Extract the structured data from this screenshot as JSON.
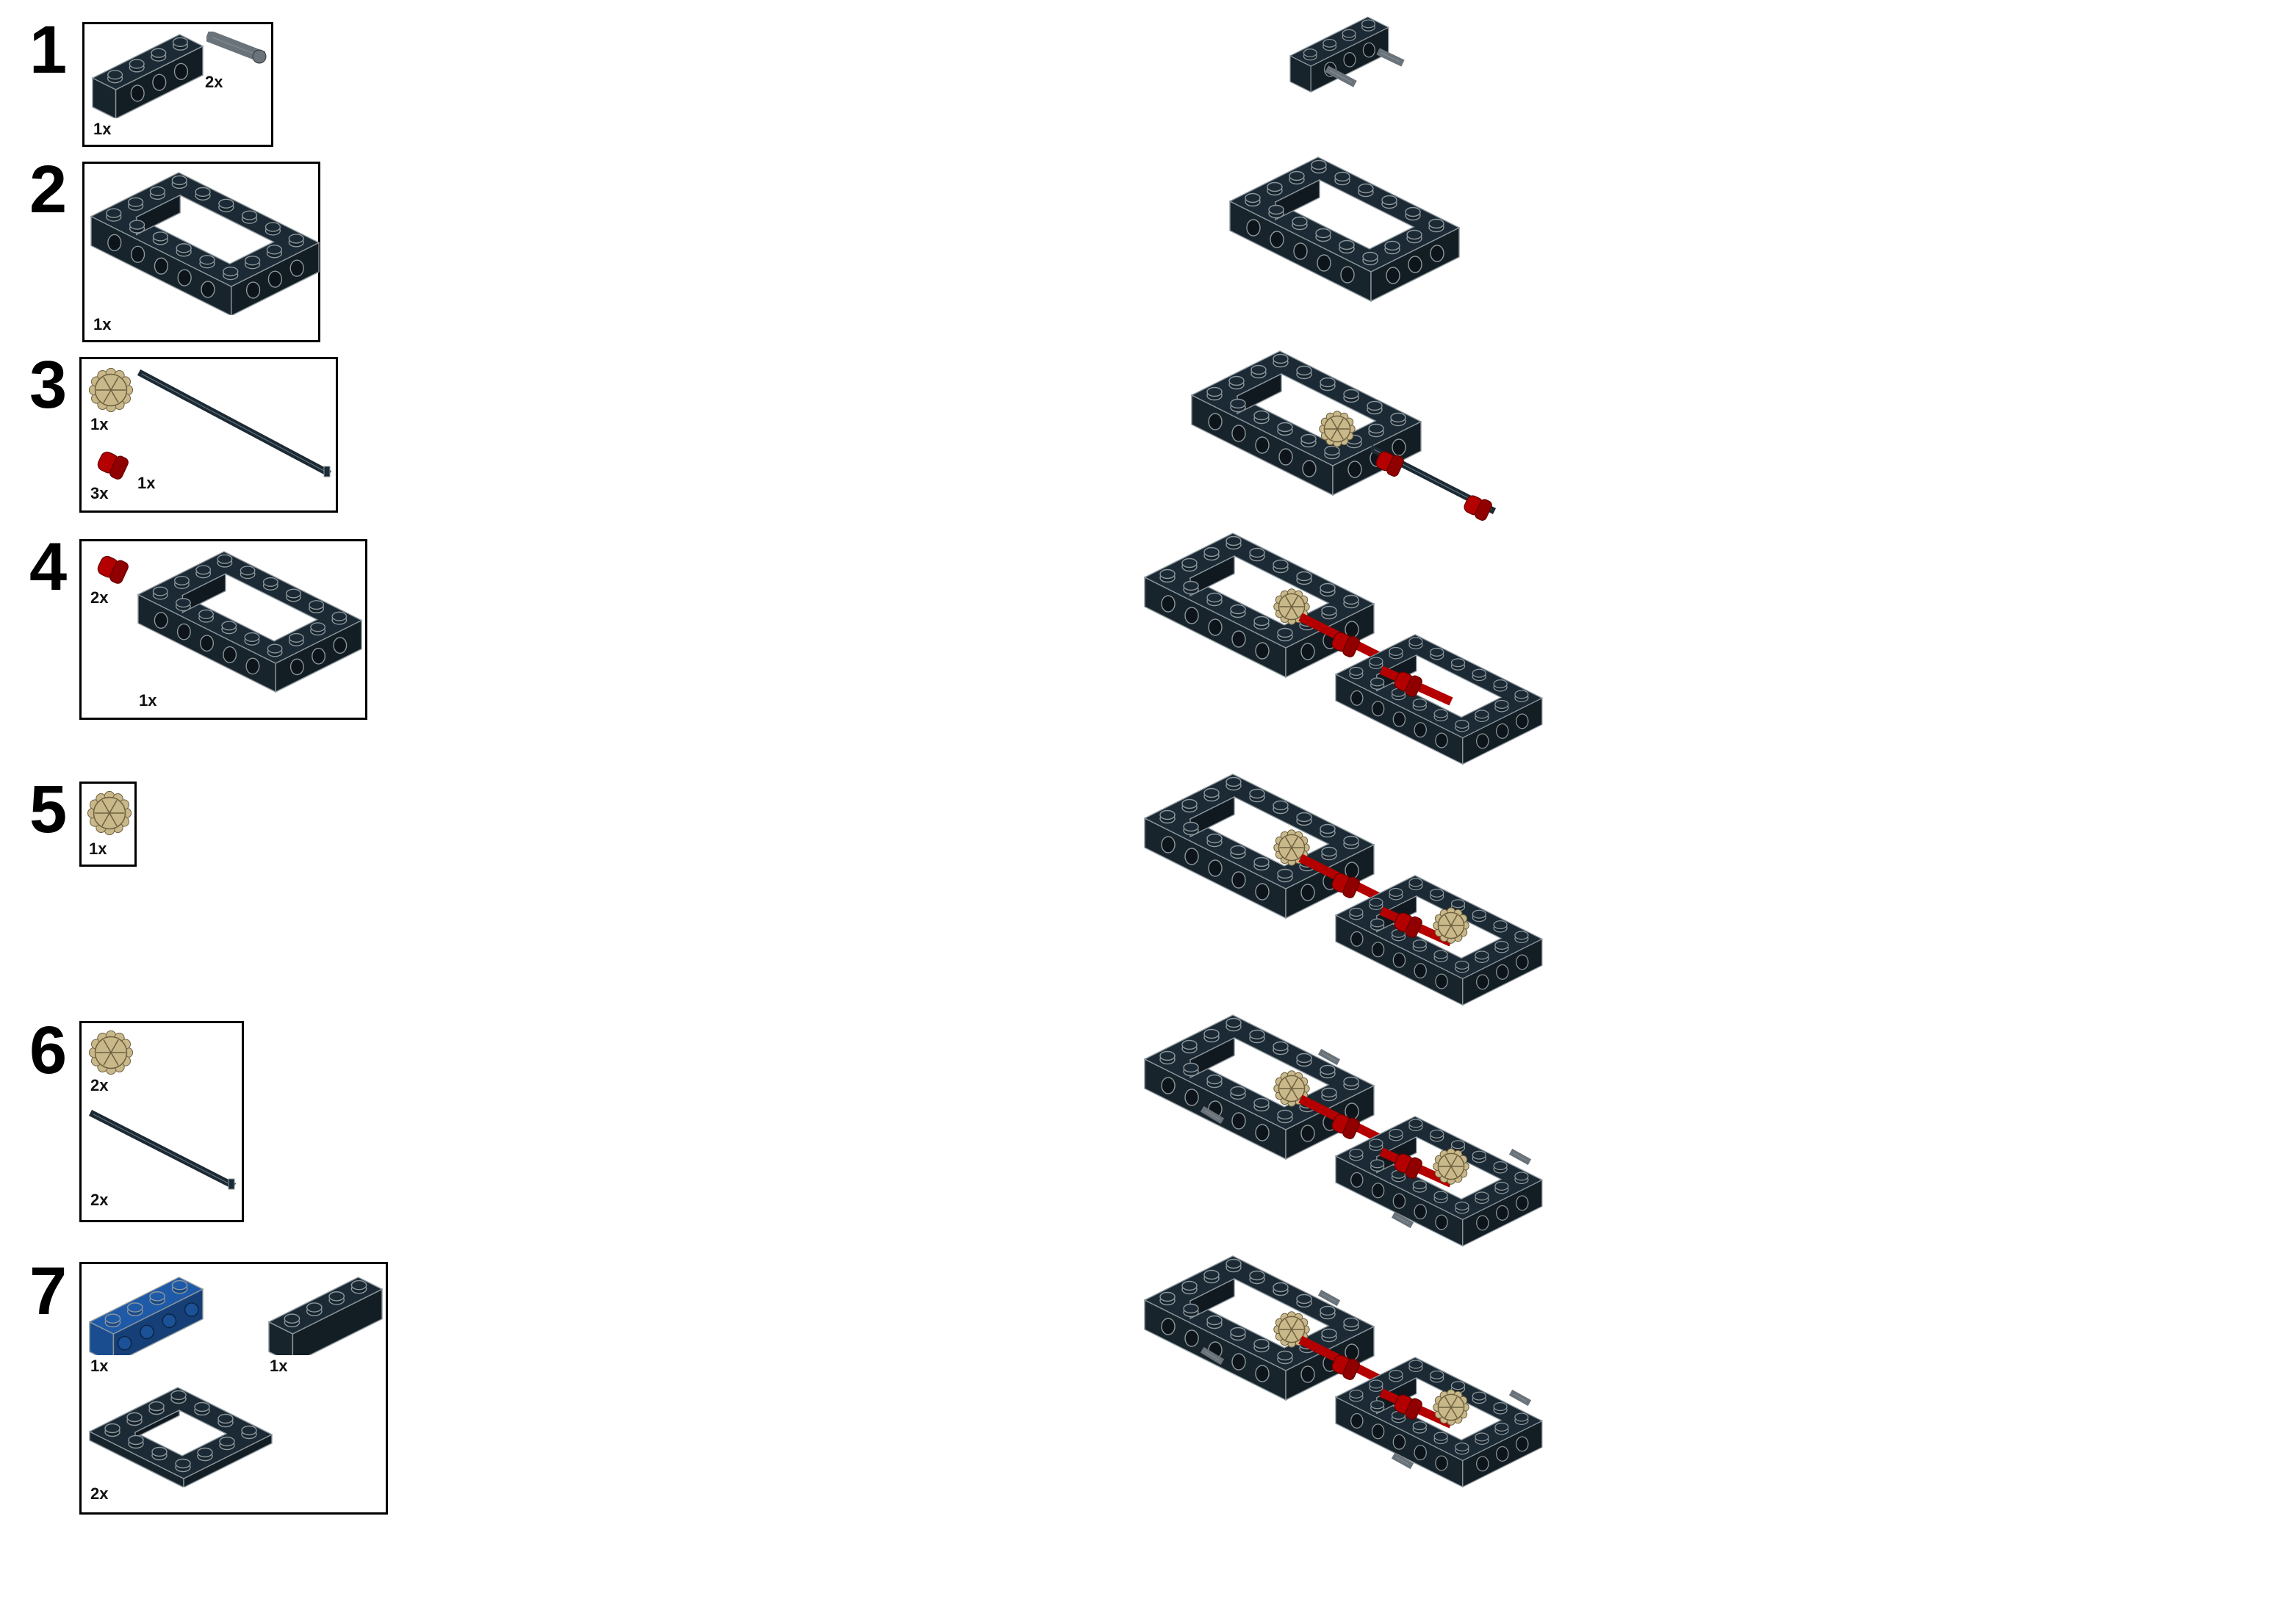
{
  "steps": [
    {
      "number": "1",
      "parts": [
        {
          "icon": "technic-brick-1x4-icon",
          "qty": "1x"
        },
        {
          "icon": "pin-icon",
          "qty": "2x"
        }
      ]
    },
    {
      "number": "2",
      "parts": [
        {
          "icon": "technic-frame-4x6-icon",
          "qty": "1x"
        }
      ]
    },
    {
      "number": "3",
      "parts": [
        {
          "icon": "gear-icon",
          "qty": "1x"
        },
        {
          "icon": "bush-icon",
          "qty": "3x"
        },
        {
          "icon": "axle-icon",
          "qty": "1x"
        }
      ]
    },
    {
      "number": "4",
      "parts": [
        {
          "icon": "bush-icon",
          "qty": "2x"
        },
        {
          "icon": "technic-frame-4x6-icon",
          "qty": "1x"
        }
      ]
    },
    {
      "number": "5",
      "parts": [
        {
          "icon": "gear-icon",
          "qty": "1x"
        }
      ]
    },
    {
      "number": "6",
      "parts": [
        {
          "icon": "gear-icon",
          "qty": "2x"
        },
        {
          "icon": "axle-icon",
          "qty": "2x"
        }
      ]
    },
    {
      "number": "7",
      "parts": [
        {
          "icon": "blue-brick-1x4-side-studs-icon",
          "qty": "1x"
        },
        {
          "icon": "brick-1x4-icon",
          "qty": "1x"
        },
        {
          "icon": "open-plate-4x4-icon",
          "qty": "2x"
        }
      ]
    }
  ],
  "colors": {
    "dark": "#1b2a34",
    "edge": "#8d979d",
    "tan": "#c9b98a",
    "red": "#b40000",
    "blue": "#1e5aa8",
    "gray": "#6b737a"
  }
}
